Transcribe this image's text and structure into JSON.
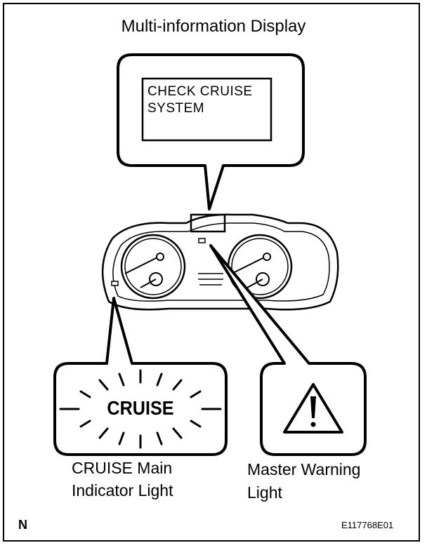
{
  "title": "Multi-information Display",
  "display": {
    "message_line1": "CHECK  CRUISE",
    "message_line2": "SYSTEM"
  },
  "cruise_indicator": {
    "text": "CRUISE",
    "label_line1": "CRUISE Main",
    "label_line2": "Indicator Light"
  },
  "master_warning": {
    "icon": "warning-triangle-icon",
    "label_line1": "Master Warning",
    "label_line2": "Light"
  },
  "footer": {
    "left_code": "N",
    "right_code": "E117768E01"
  }
}
